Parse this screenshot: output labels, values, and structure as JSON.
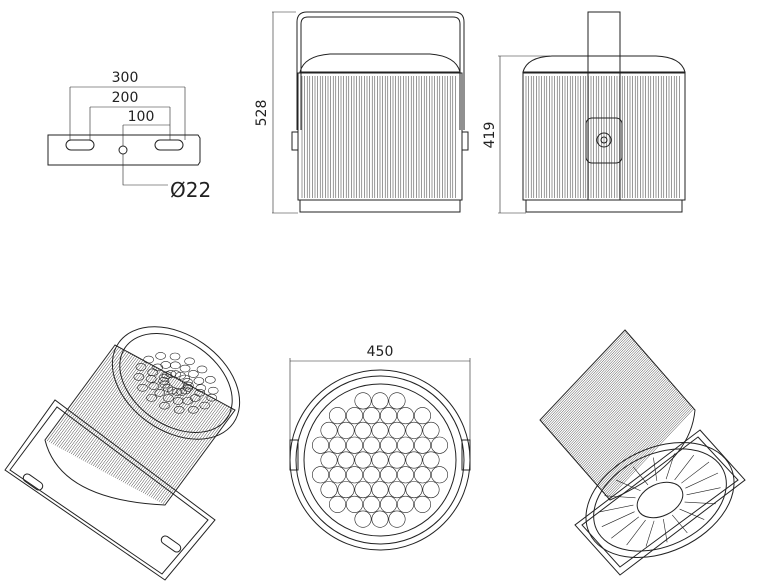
{
  "dimensions": {
    "bracket_width": "300",
    "slot_spacing": "200",
    "slot_to_hole": "100",
    "hole_diameter": "Ø22",
    "front_height": "528",
    "side_height": "419",
    "lens_diameter": "450"
  },
  "colors": {
    "line": "#222222",
    "background": "#ffffff"
  }
}
